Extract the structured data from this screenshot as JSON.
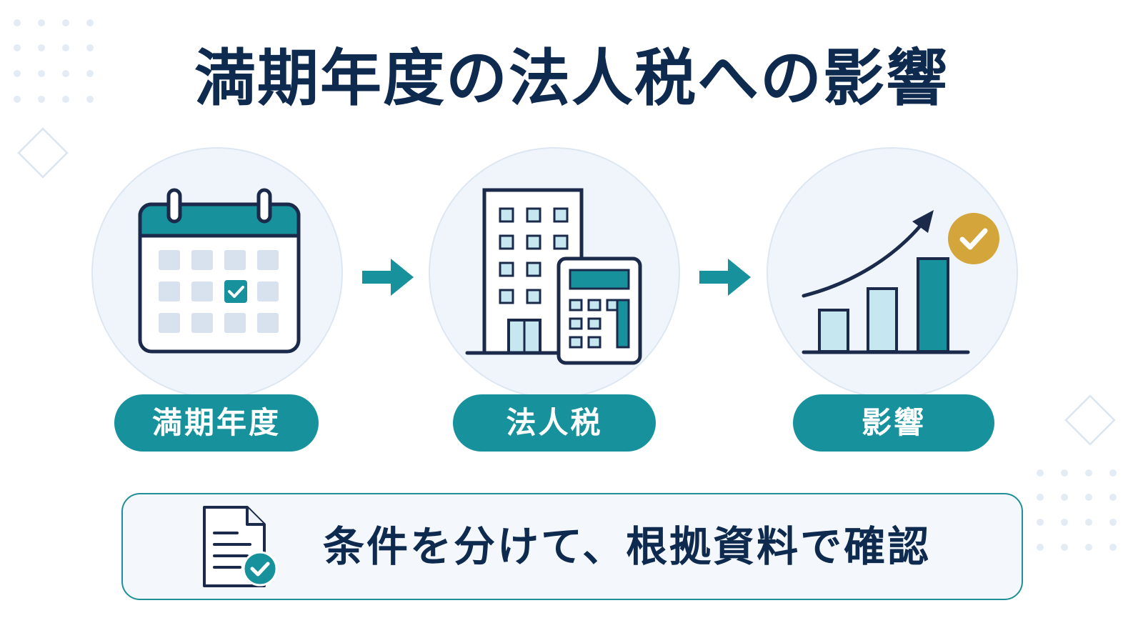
{
  "title": "満期年度の法人税への影響",
  "steps": [
    {
      "label": "満期年度",
      "icon": "calendar-icon"
    },
    {
      "label": "法人税",
      "icon": "building-calculator-icon"
    },
    {
      "label": "影響",
      "icon": "growth-chart-icon"
    }
  ],
  "note": {
    "text": "条件を分けて、根拠資料で確認",
    "icon": "document-check-icon"
  },
  "colors": {
    "title": "#0f2a4f",
    "accent_teal": "#17929c",
    "navy": "#1b2a4a",
    "light_blue": "#c6e6f0",
    "gold": "#d4a53a",
    "circle_bg": "#f0f5fb"
  }
}
